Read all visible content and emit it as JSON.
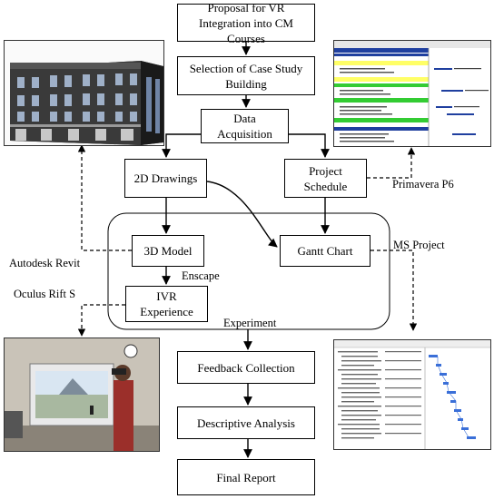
{
  "boxes": {
    "proposal": "Proposal for VR Integration into CM Courses",
    "selection": "Selection  of Case Study Building",
    "acquisition": "Data Acquisition",
    "drawings2d": "2D Drawings",
    "schedule": "Project Schedule",
    "model3d": "3D Model",
    "gantt": "Gantt Chart",
    "ivr": "IVR Experience",
    "feedback": "Feedback Collection",
    "analysis": "Descriptive Analysis",
    "report": "Final Report"
  },
  "labels": {
    "revit": "Autodesk Revit",
    "primavera": "Primavera  P6",
    "msproject": "MS Project",
    "enscape": "Enscape",
    "oculus": "Oculus Rift  S",
    "experiment": "Experiment"
  },
  "images": {
    "building": "3D rendered building model",
    "p6": "Primavera P6 schedule screenshot",
    "vr_photo": "Participant wearing VR headset in front of projected model",
    "msp": "MS Project Gantt screenshot"
  },
  "colors": {
    "line": "#000000",
    "p6_yellow": "#ffff66",
    "p6_green": "#33cc33",
    "p6_blue": "#1f3f9f",
    "gantt_blue": "#3a6fd8"
  }
}
